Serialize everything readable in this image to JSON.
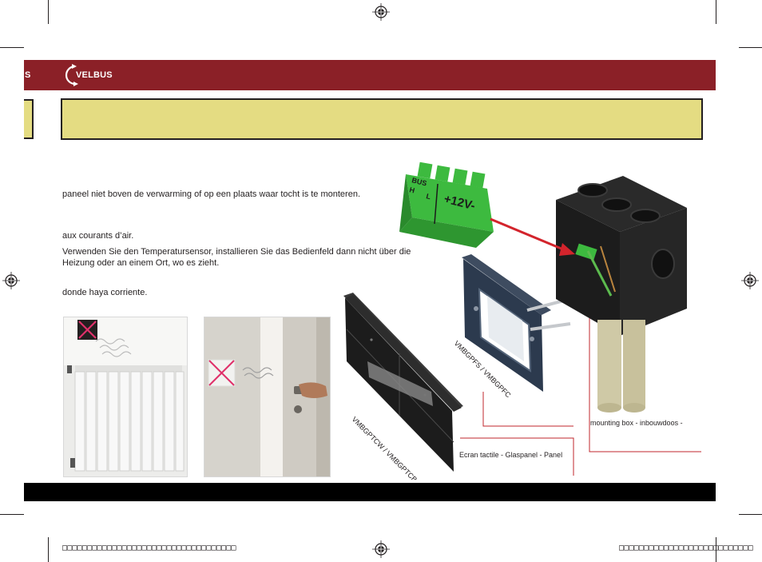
{
  "header": {
    "left_fragment": "S",
    "logo_text": "VELBUS"
  },
  "paragraphs": {
    "nl": "paneel niet boven de verwarming of op een plaats waar tocht is te monteren.",
    "fr": "aux courants d’air.",
    "de_line1": "Verwenden Sie den Temperatursensor, installieren Sie das Bedienfeld dann nicht über die",
    "de_line2": "Heizung oder an einem Ort, wo es zieht.",
    "es": "donde haya corriente."
  },
  "diagram": {
    "connector_bus": "BUS",
    "connector_h": "H",
    "connector_l": "L",
    "connector_voltage": "+12V-",
    "frame_label": "VMBGPFS / VMBGPFC",
    "panel_label": "VMBGPTCW / VMBGPTCB",
    "screen_caption": "Ecran tactile - Glaspanel - Panel",
    "box_caption": "mounting box  - inbouwdoos -"
  },
  "footer": {
    "left_text": "□□□□□□□□□□□□□□□□□□□□□□□□□□□□□□□□□□□",
    "right_text": "□□□□□□□□□□□□□□□□□□□□□□□□□□□"
  },
  "colors": {
    "header_red": "#8b2027",
    "box_yellow": "#e4dc82",
    "connector_green": "#3dba3f",
    "arrow_red": "#d3242c",
    "callout_red": "#c0272d",
    "cross_pink": "#e0306a"
  }
}
